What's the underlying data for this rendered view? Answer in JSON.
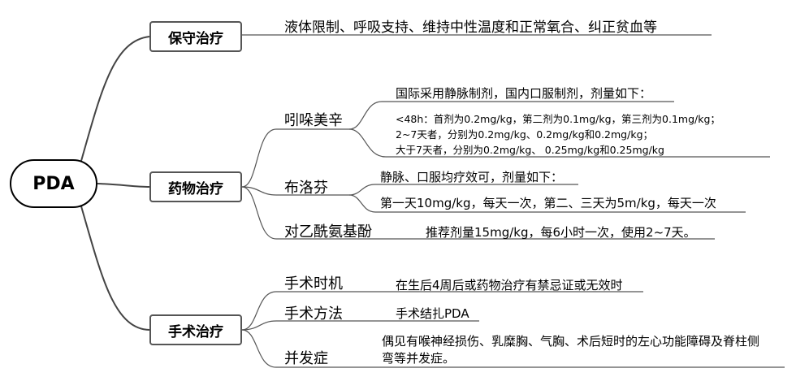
{
  "root": "PDA",
  "branches": [
    {
      "label": "保守治疗",
      "note": "液体限制、呼吸支持、维持中性温度和正常氧合、纠正贫血等"
    },
    {
      "label": "药物治疗",
      "drugs": [
        {
          "name": "吲哚美辛",
          "detail_title": "国际采用静脉制剂，国内口服制剂，剂量如下：",
          "detail_lines": [
            "<48h：首剂为0.2mg/kg，第二剂为0.1mg/kg，第三剂为0.1mg/kg；",
            "2~7天者，分别为0.2mg/kg、0.2mg/kg和0.2mg/kg；",
            "大于7天者，分别为0.2mg/kg、 0.25mg/kg和0.25mg/kg"
          ]
        },
        {
          "name": "布洛芬",
          "detail_title": "静脉、口服均疗效可，剂量如下：",
          "detail_lines": [
            "第一天10mg/kg，每天一次，第二、三天为5m/kg，每天一次"
          ]
        },
        {
          "name": "对乙酰氨基酚",
          "detail_lines": [
            "推荐剂量15mg/kg，每6小时一次，使用2~7天。"
          ]
        }
      ]
    },
    {
      "label": "手术治疗",
      "items": [
        {
          "name": "手术时机",
          "detail": "在生后4周后或药物治疗有禁忌证或无效时"
        },
        {
          "name": "手术方法",
          "detail": "手术结扎PDA"
        },
        {
          "name": "并发症",
          "detail_lines": [
            "偶见有喉神经损伤、乳糜胸、气胸、术后短时的左心功能障碍及脊柱侧",
            "弯等并发症。"
          ]
        }
      ]
    }
  ]
}
